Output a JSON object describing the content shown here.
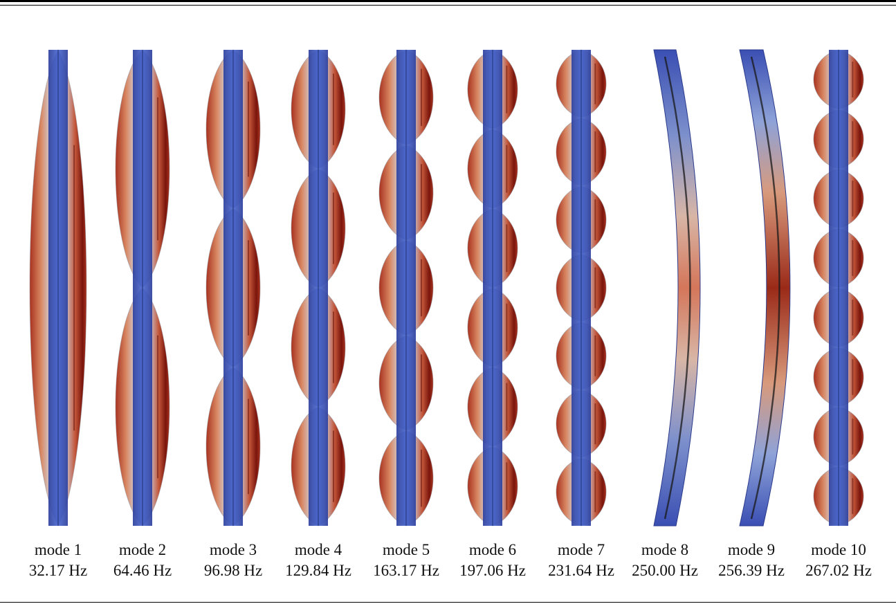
{
  "figure": {
    "colormap": {
      "low": "#3a4fb3",
      "mid": "#dcdcdc",
      "high": "#b4321e",
      "peak": "#6a0e08"
    },
    "modes": [
      {
        "label": "mode 1",
        "frequency": "32.17 Hz",
        "type": "torsion",
        "half_waves": 1
      },
      {
        "label": "mode 2",
        "frequency": "64.46 Hz",
        "type": "torsion",
        "half_waves": 2
      },
      {
        "label": "mode 3",
        "frequency": "96.98 Hz",
        "type": "torsion",
        "half_waves": 3
      },
      {
        "label": "mode 4",
        "frequency": "129.84 Hz",
        "type": "torsion",
        "half_waves": 4
      },
      {
        "label": "mode 5",
        "frequency": "163.17 Hz",
        "type": "torsion",
        "half_waves": 5
      },
      {
        "label": "mode 6",
        "frequency": "197.06 Hz",
        "type": "torsion",
        "half_waves": 6
      },
      {
        "label": "mode 7",
        "frequency": "231.64 Hz",
        "type": "torsion",
        "half_waves": 7
      },
      {
        "label": "mode 8",
        "frequency": "250.00 Hz",
        "type": "bending",
        "half_waves": 1
      },
      {
        "label": "mode 9",
        "frequency": "256.39 Hz",
        "type": "bending",
        "half_waves": 1
      },
      {
        "label": "mode 10",
        "frequency": "267.02 Hz",
        "type": "torsion",
        "half_waves": 8
      }
    ]
  }
}
